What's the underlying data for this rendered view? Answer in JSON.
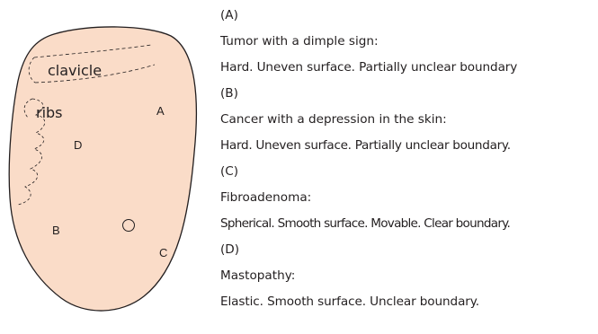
{
  "colors": {
    "breast_fill": "#fadcc8",
    "outline": "#231f20",
    "text": "#231f20"
  },
  "diagram": {
    "clavicle_label": "clavicle",
    "ribs_label": "ribs",
    "region_a": "A",
    "region_b": "B",
    "region_c": "C",
    "region_d": "D"
  },
  "legend": [
    {
      "letter": "(A)",
      "name": "Tumor with a dimple sign:",
      "description": "Hard. Uneven surface. Partially unclear boundary"
    },
    {
      "letter": "(B)",
      "name": "Cancer with a depression in the skin:",
      "description": "Hard. Uneven surface. Partially unclear boundary."
    },
    {
      "letter": "(C)",
      "name": "Fibroadenoma:",
      "description": "Spherical. Smooth surface. Movable. Clear boundary."
    },
    {
      "letter": "(D)",
      "name": "Mastopathy:",
      "description": "Elastic. Smooth surface. Unclear boundary."
    }
  ]
}
